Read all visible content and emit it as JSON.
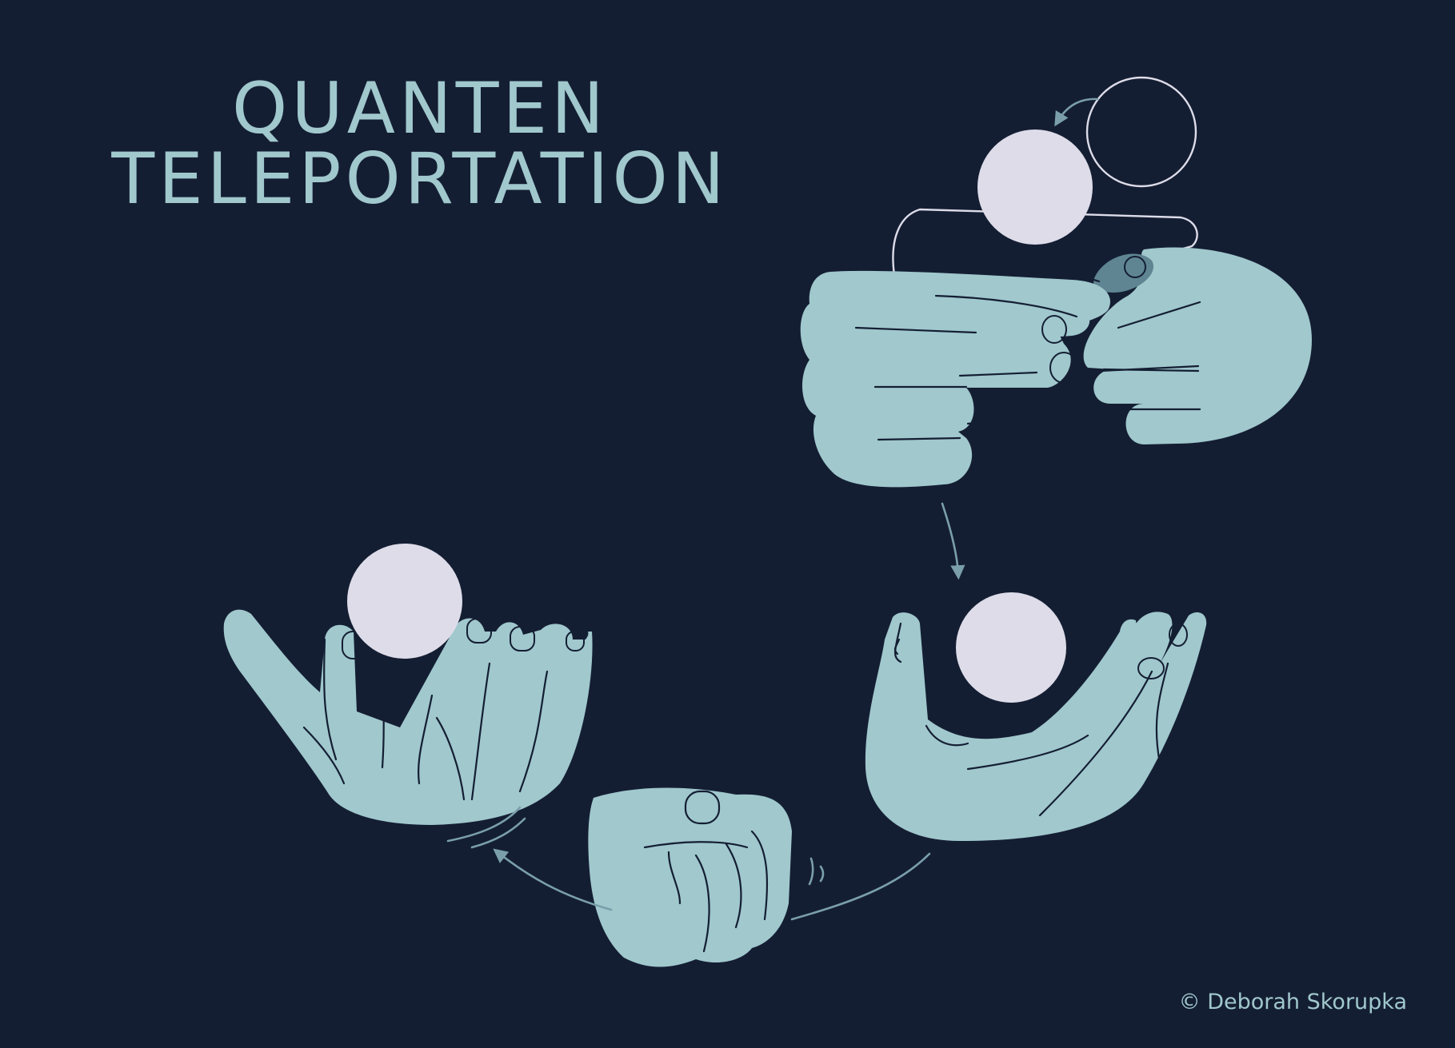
{
  "title": {
    "line1": "QUANTEN",
    "line2": "TELEPORTATION"
  },
  "credit": "© Deborah Skorupka",
  "colors": {
    "background": "#141e33",
    "hand": "#a0c8cd",
    "ball": "#dddce8",
    "arrow": "#7a9fab",
    "title": "#a0c8cd"
  }
}
